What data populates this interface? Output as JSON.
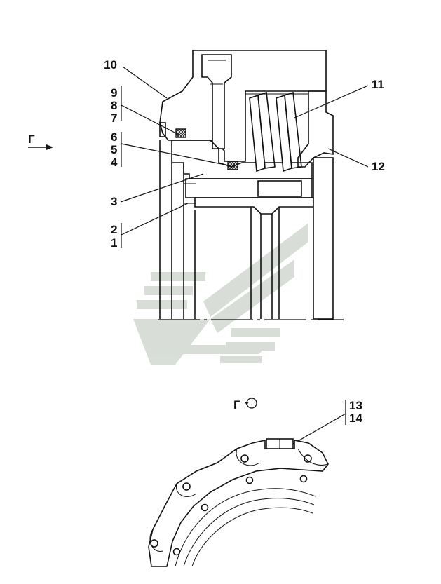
{
  "view_marker": {
    "letter": "Г"
  },
  "view_label": {
    "letter": "Г",
    "rotate_symbol": "rotate-icon"
  },
  "callouts": {
    "c1": "1",
    "c2": "2",
    "c3": "3",
    "c4": "4",
    "c5": "5",
    "c6": "6",
    "c7": "7",
    "c8": "8",
    "c9": "9",
    "c10": "10",
    "c11": "11",
    "c12": "12",
    "c13": "13",
    "c14": "14"
  },
  "colors": {
    "ink": "#111111",
    "watermark": "#d6dcd6"
  }
}
